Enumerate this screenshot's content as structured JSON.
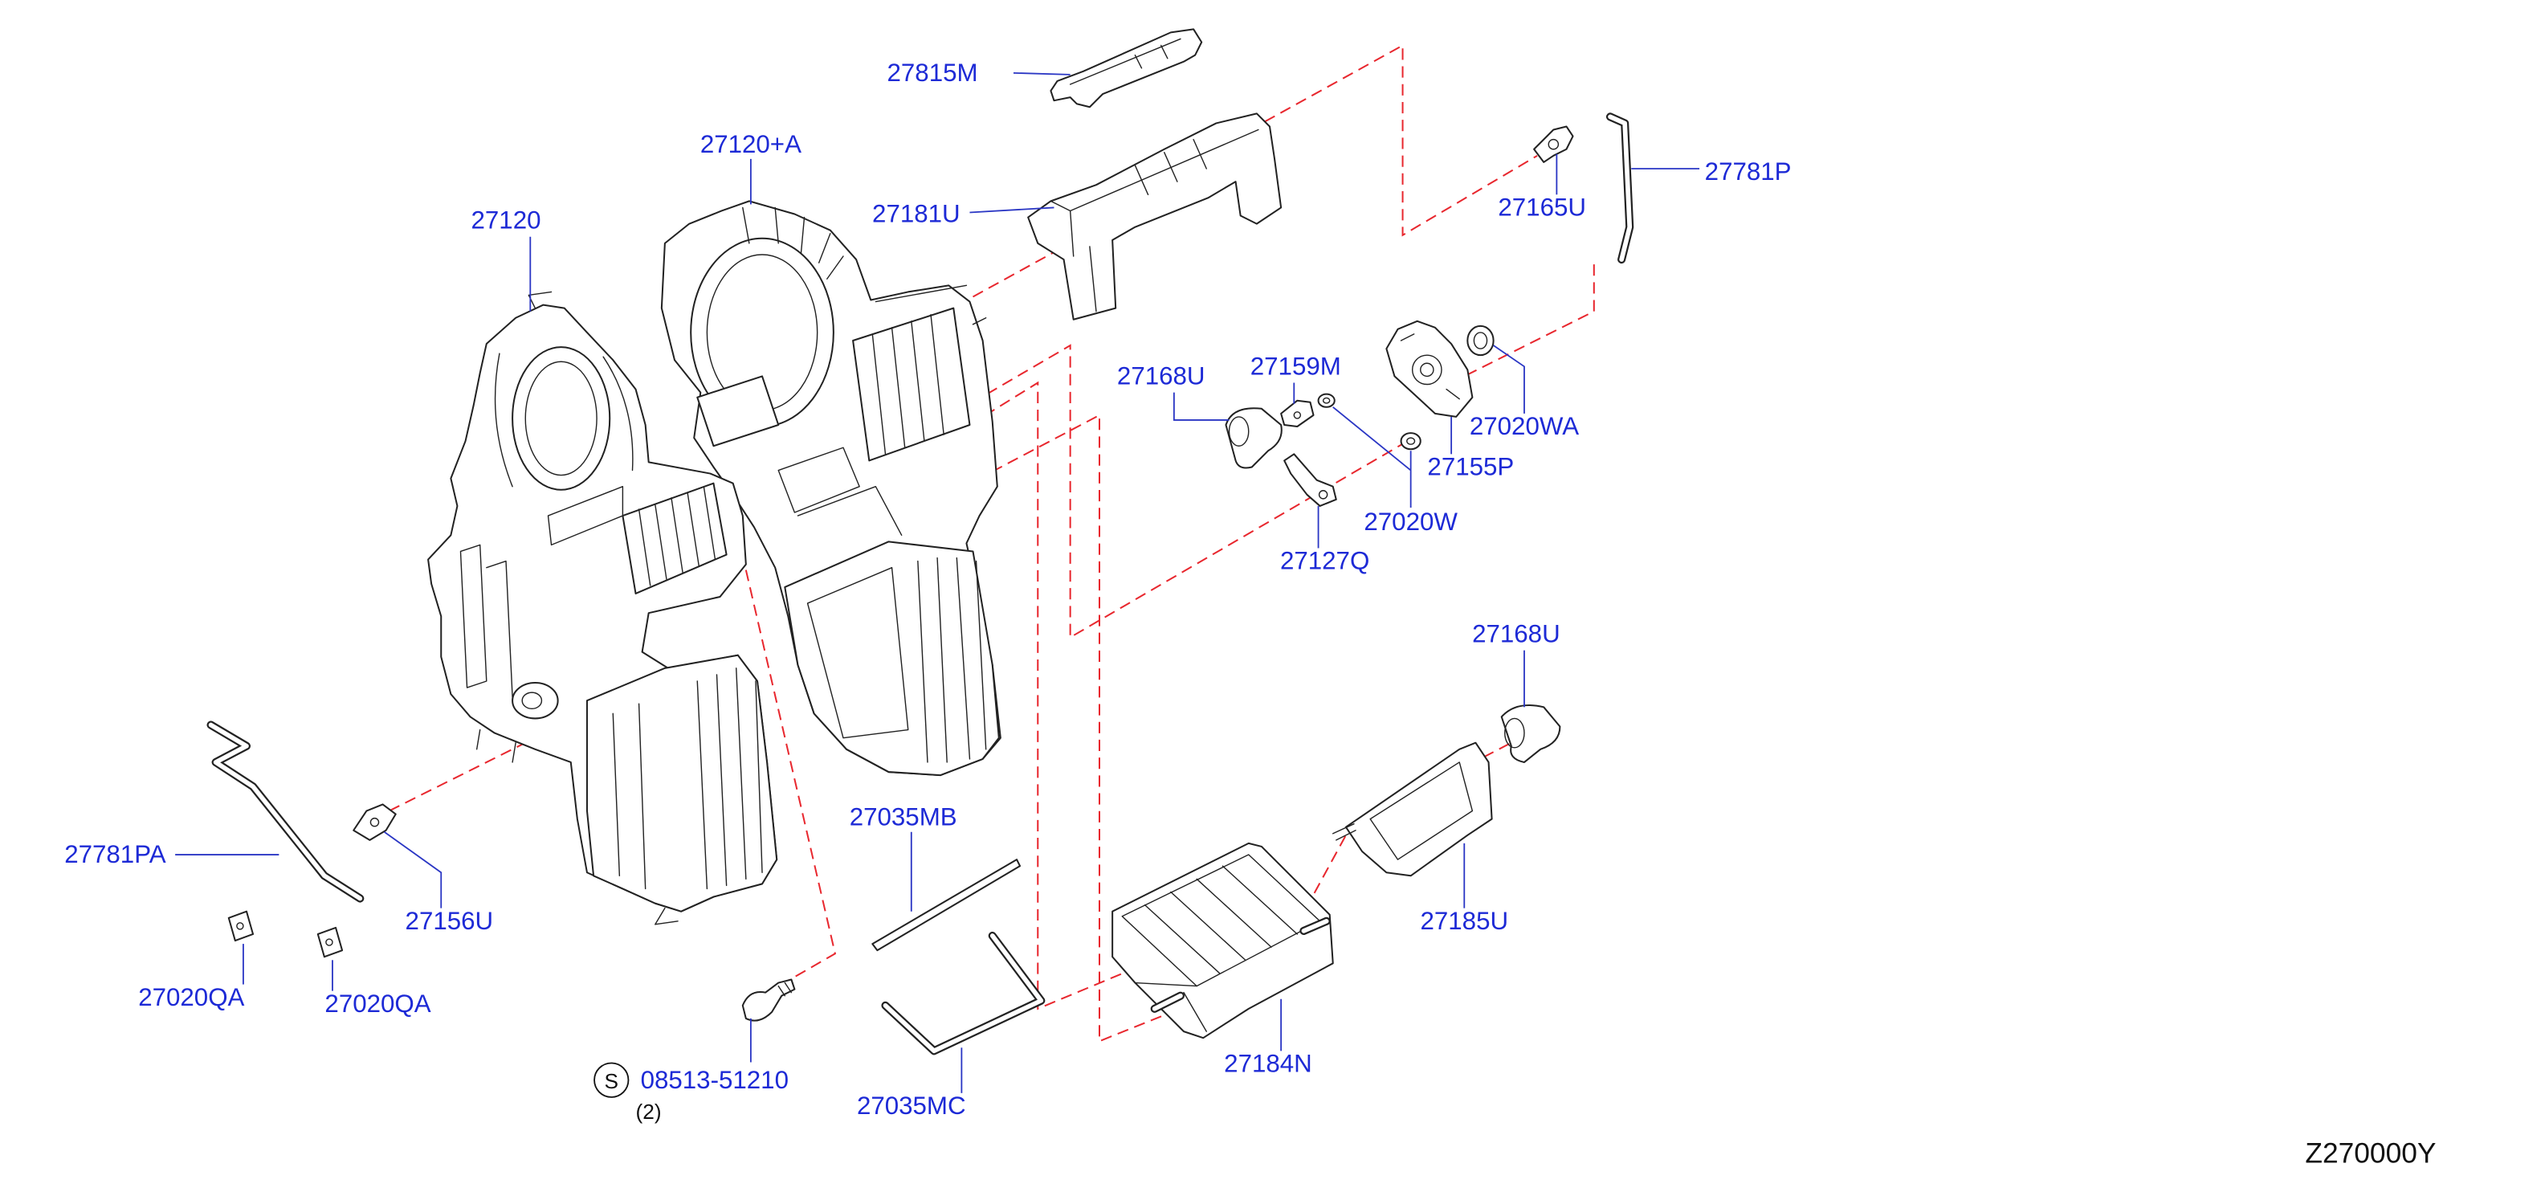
{
  "callouts": [
    "27815M",
    "27120+A",
    "27181U",
    "27120",
    "27781P",
    "27165U",
    "27168U",
    "27159M",
    "27020WA",
    "27155P",
    "27020W",
    "27127Q",
    "27168U",
    "27781PA",
    "27156U",
    "27035MB",
    "27185U",
    "27020QA",
    "27020QA",
    "27035MC",
    "27184N"
  ],
  "screw_callout": {
    "symbol": "S",
    "part_number": "08513-51210",
    "quantity": "(2)"
  },
  "figure_code": "Z270000Y",
  "colors": {
    "callout_text": "#1d2ad6",
    "leader_line": "#2a36c4",
    "assembly_guide": "#e8272e",
    "drawing": "#222222",
    "figure_code": "#111111"
  }
}
